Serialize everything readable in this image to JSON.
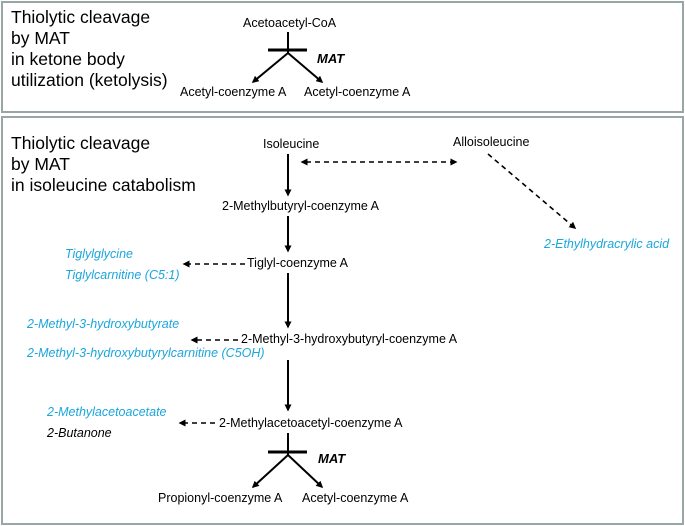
{
  "panel_ketolysis": {
    "heading_lines": [
      "Thiolytic cleavage",
      "by MAT",
      "in ketone body",
      "utilization (ketolysis)"
    ],
    "substrate": "Acetoacetyl-CoA",
    "enzyme": "MAT",
    "product_left": "Acetyl-coenzyme A",
    "product_right": "Acetyl-coenzyme A"
  },
  "panel_isoleucine": {
    "heading_lines": [
      "Thiolytic cleavage",
      "by MAT",
      "in isoleucine catabolism"
    ],
    "isoleucine": "Isoleucine",
    "alloisoleucine": "Alloisoleucine",
    "methylbutyryl": "2-Methylbutyryl-coenzyme A",
    "ethylhydracrylic": "2-Ethylhydracrylic acid",
    "tiglylglycine": "Tiglylglycine",
    "tiglylcarnitine": "Tiglylcarnitine (C5:1)",
    "tiglyl": "Tiglyl-coenzyme A",
    "hydroxybutyrate": "2-Methyl-3-hydroxybutyrate",
    "hydroxybutyrylcarnitine": "2-Methyl-3-hydroxybutyrylcarnitine (C5OH)",
    "hydroxybutyryl": "2-Methyl-3-hydroxybutyryl-coenzyme A",
    "methylacetoacetate": "2-Methylacetoacetate",
    "butanone": "2-Butanone",
    "methylacetoacetyl": "2-Methylacetoacetyl-coenzyme A",
    "enzyme": "MAT",
    "product_left": "Propionyl-coenzyme A",
    "product_right": "Acetyl-coenzyme A"
  },
  "colors": {
    "metabolite_highlight": "#1ba6dc",
    "border": "#9aa5a5"
  }
}
